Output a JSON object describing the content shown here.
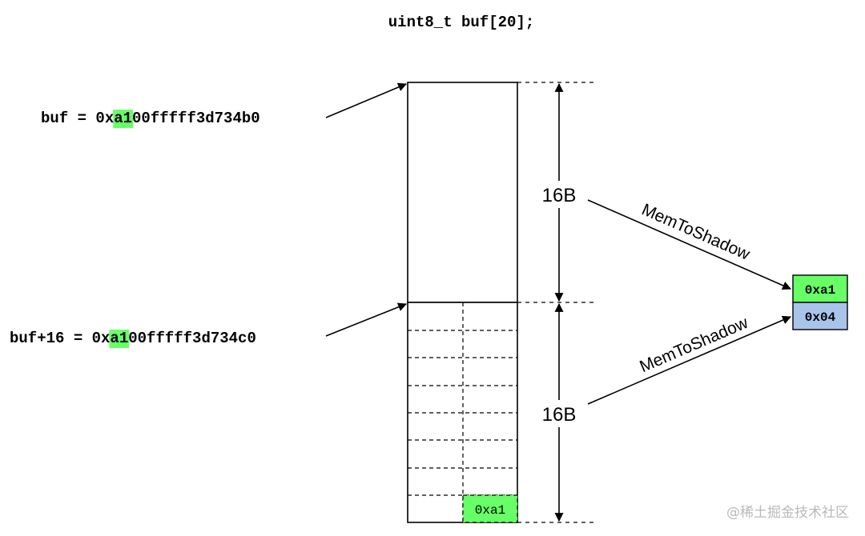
{
  "title": "uint8_t buf[20];",
  "pointers": [
    {
      "prefix": "buf = 0x",
      "highlight": "a1",
      "suffix": "00fffff3d734b0"
    },
    {
      "prefix": "buf+16 = 0x",
      "highlight": "a1",
      "suffix": "00fffff3d734c0"
    }
  ],
  "memory": {
    "segment_size_label_top": "16B",
    "segment_size_label_bottom": "16B",
    "cell_tag": "0xa1"
  },
  "mapping_label": "MemToShadow",
  "shadow": {
    "cells": [
      "0xa1",
      "0x04"
    ]
  },
  "watermark": "@稀土掘金技术社区",
  "colors": {
    "tag_green": "#66ff66",
    "shadow_blue": "#a9c4eb",
    "stroke": "#000000"
  }
}
